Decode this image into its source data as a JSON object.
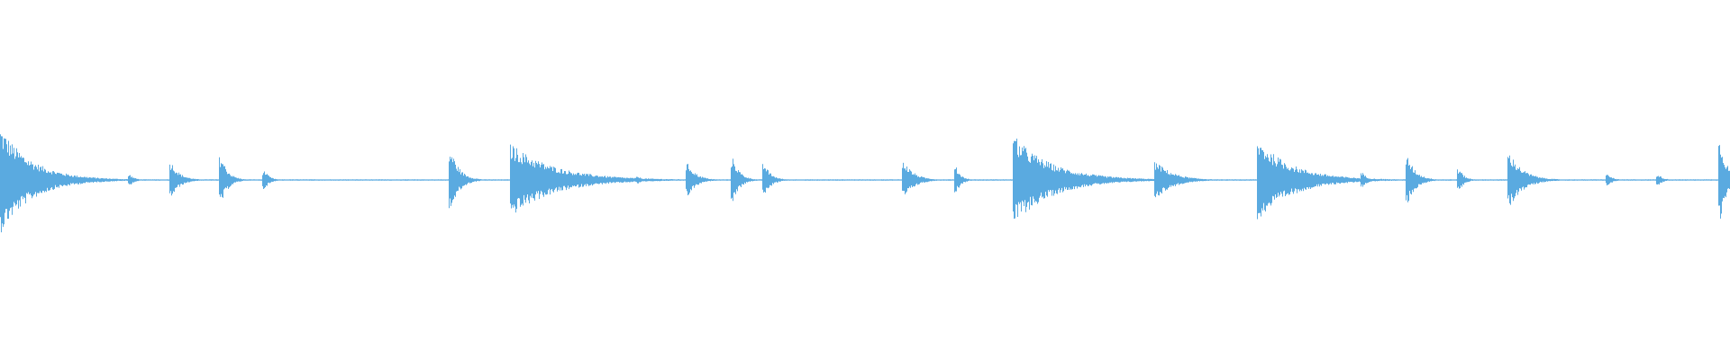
{
  "waveform": {
    "color": "#5aaae0",
    "baseline_amplitude": 0.004,
    "peaks": [
      {
        "t": 0.0,
        "amp": 0.3,
        "decay": 0.018
      },
      {
        "t": 0.075,
        "amp": 0.03,
        "decay": 0.003
      },
      {
        "t": 0.099,
        "amp": 0.1,
        "decay": 0.005
      },
      {
        "t": 0.128,
        "amp": 0.13,
        "decay": 0.004
      },
      {
        "t": 0.153,
        "amp": 0.05,
        "decay": 0.003
      },
      {
        "t": 0.261,
        "amp": 0.16,
        "decay": 0.005
      },
      {
        "t": 0.296,
        "amp": 0.2,
        "decay": 0.025
      },
      {
        "t": 0.369,
        "amp": 0.02,
        "decay": 0.003
      },
      {
        "t": 0.398,
        "amp": 0.09,
        "decay": 0.005
      },
      {
        "t": 0.424,
        "amp": 0.12,
        "decay": 0.004
      },
      {
        "t": 0.442,
        "amp": 0.09,
        "decay": 0.004
      },
      {
        "t": 0.523,
        "amp": 0.1,
        "decay": 0.006
      },
      {
        "t": 0.553,
        "amp": 0.07,
        "decay": 0.003
      },
      {
        "t": 0.587,
        "amp": 0.24,
        "decay": 0.022
      },
      {
        "t": 0.669,
        "amp": 0.1,
        "decay": 0.01
      },
      {
        "t": 0.728,
        "amp": 0.22,
        "decay": 0.02
      },
      {
        "t": 0.788,
        "amp": 0.04,
        "decay": 0.003
      },
      {
        "t": 0.814,
        "amp": 0.13,
        "decay": 0.005
      },
      {
        "t": 0.844,
        "amp": 0.06,
        "decay": 0.003
      },
      {
        "t": 0.873,
        "amp": 0.15,
        "decay": 0.008
      },
      {
        "t": 0.93,
        "amp": 0.03,
        "decay": 0.003
      },
      {
        "t": 0.959,
        "amp": 0.03,
        "decay": 0.003
      },
      {
        "t": 0.995,
        "amp": 0.22,
        "decay": 0.004
      }
    ]
  }
}
